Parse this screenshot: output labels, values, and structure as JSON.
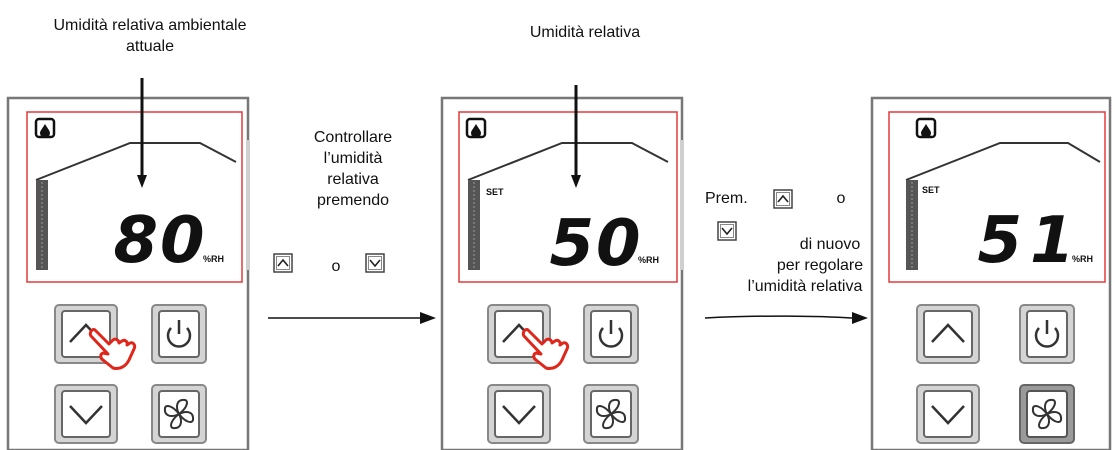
{
  "labels": {
    "current_humidity_line1": "Umidità relativa ambientale",
    "current_humidity_line2": "attuale",
    "relative_humidity": "Umidità relativa"
  },
  "step1": {
    "lines": [
      "Controllare",
      "l’umidità",
      "relativa",
      "premendo"
    ],
    "or": "o"
  },
  "step2": {
    "prem": "Prem.",
    "or": "o",
    "lines": [
      "di nuovo",
      "per regolare",
      "l’umidità relativa"
    ]
  },
  "panels": [
    {
      "value": "80",
      "unit": "%RH",
      "set_label": "",
      "pressed": "up"
    },
    {
      "value": "50",
      "unit": "%RH",
      "set_label": "SET",
      "pressed": "up"
    },
    {
      "value": "51",
      "unit": "%RH",
      "set_label": "SET",
      "pressed": ""
    }
  ],
  "colors": {
    "frame_red": "#e23b3b",
    "hand_red": "#e0261b",
    "panel_gray": "#777777"
  }
}
